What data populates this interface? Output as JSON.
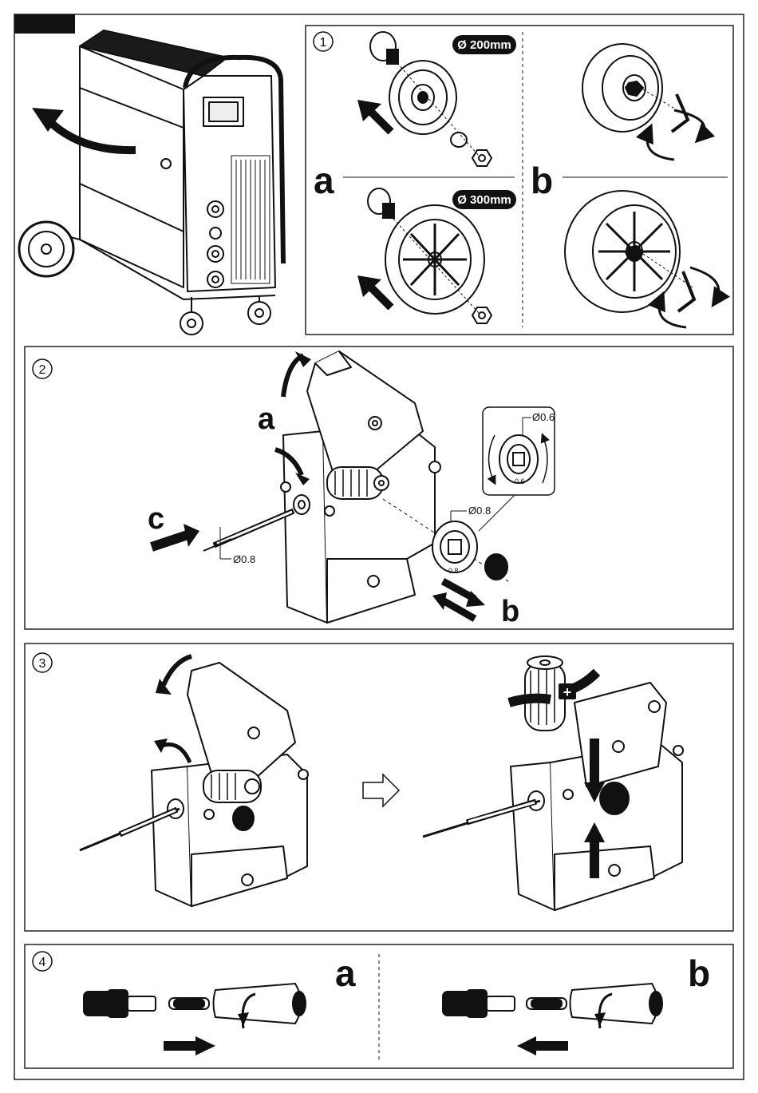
{
  "steps": {
    "s1": "1",
    "s2": "2",
    "s3": "3",
    "s4": "4"
  },
  "step1": {
    "label_a": "a",
    "label_b": "b",
    "badge_200": "Ø 200mm",
    "badge_300": "Ø 300mm"
  },
  "step2": {
    "label_a": "a",
    "label_b": "b",
    "label_c": "c",
    "dim_wire": "Ø0.8",
    "dim_roller": "Ø0.8",
    "dim_inset": "Ø0.6",
    "roller_mark": "0.8",
    "inset_mark": "0.6"
  },
  "step3": {
    "plus": "+"
  },
  "step4": {
    "label_a": "a",
    "label_b": "b"
  },
  "colors": {
    "ink": "#111111",
    "panel_border": "#222222",
    "badge_bg": "#111111"
  }
}
